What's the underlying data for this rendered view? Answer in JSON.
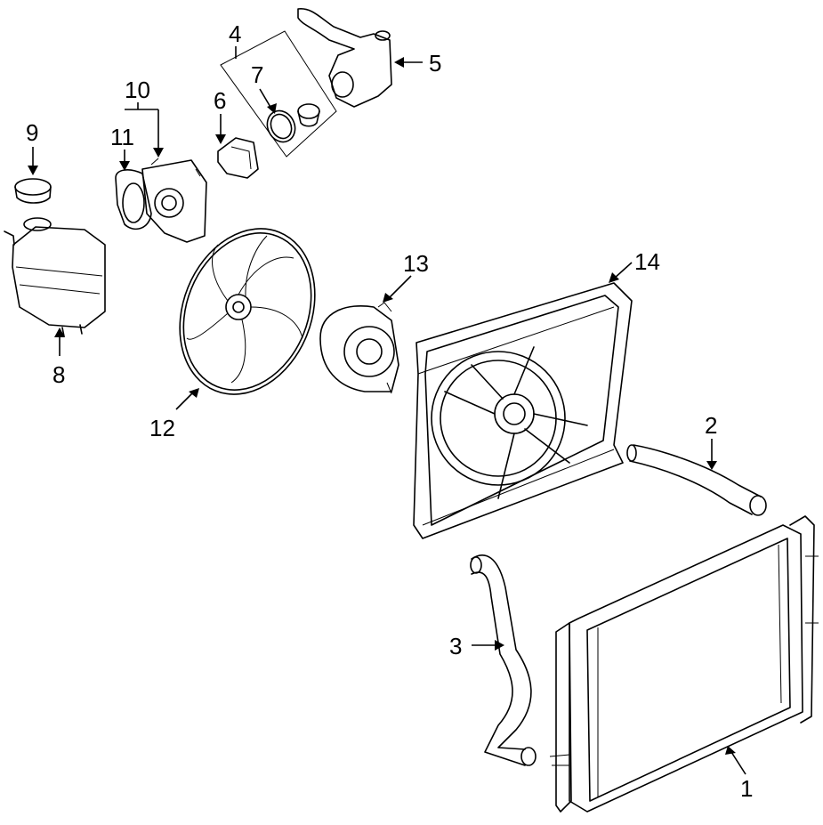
{
  "diagram": {
    "callouts": [
      {
        "id": "1",
        "label": "1"
      },
      {
        "id": "2",
        "label": "2"
      },
      {
        "id": "3",
        "label": "3"
      },
      {
        "id": "4",
        "label": "4"
      },
      {
        "id": "5",
        "label": "5"
      },
      {
        "id": "6",
        "label": "6"
      },
      {
        "id": "7",
        "label": "7"
      },
      {
        "id": "8",
        "label": "8"
      },
      {
        "id": "9",
        "label": "9"
      },
      {
        "id": "10",
        "label": "10"
      },
      {
        "id": "11",
        "label": "11"
      },
      {
        "id": "12",
        "label": "12"
      },
      {
        "id": "13",
        "label": "13"
      },
      {
        "id": "14",
        "label": "14"
      }
    ],
    "line_color": "#000000",
    "background": "#ffffff"
  }
}
